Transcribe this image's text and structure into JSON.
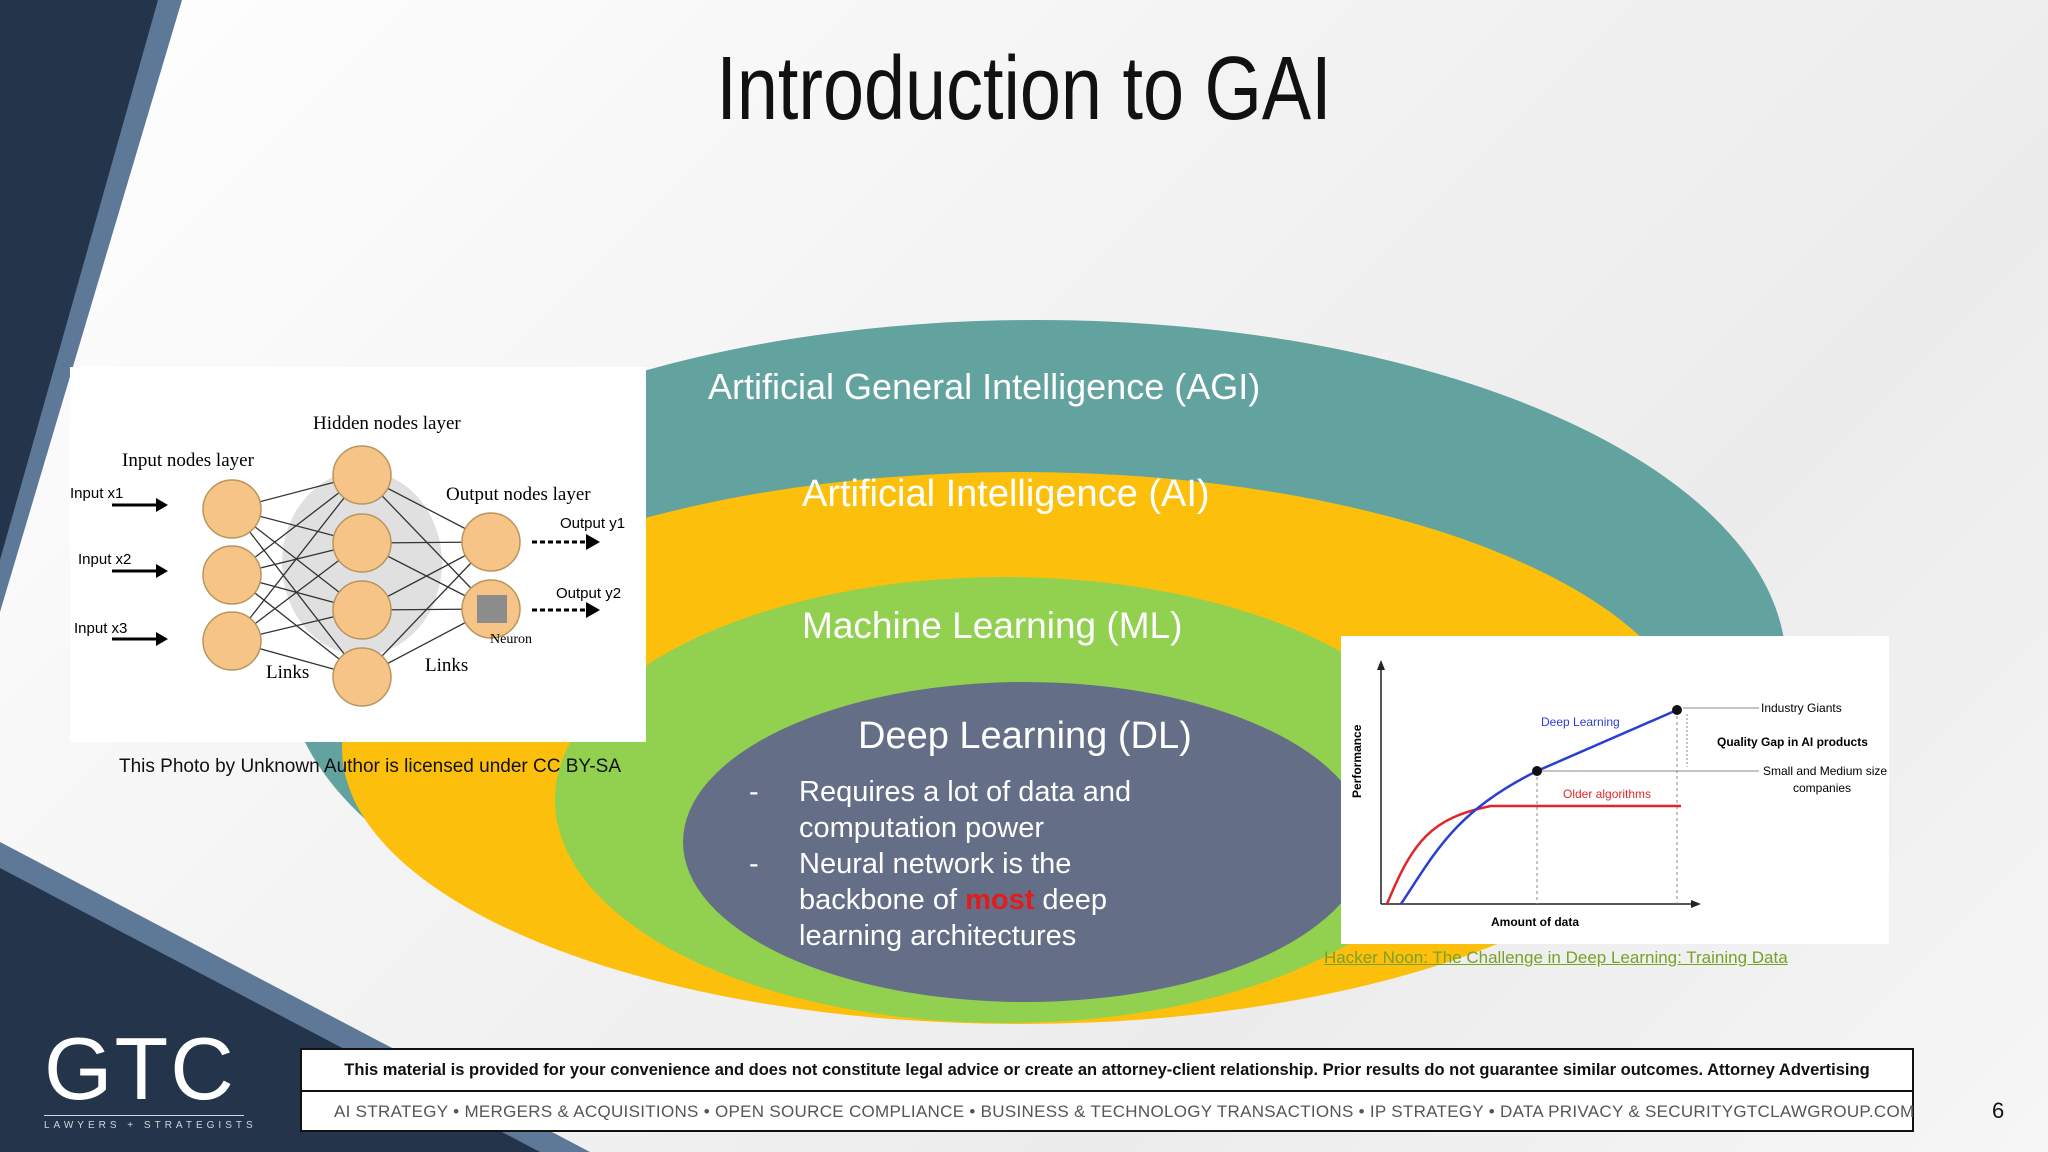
{
  "slide": {
    "title": "Introduction to GAI",
    "page_number": "6"
  },
  "diagram": {
    "agi_label": "Artificial General Intelligence (AGI)",
    "ai_label": "Artificial Intelligence (AI)",
    "ml_label": "Machine Learning  (ML)",
    "dl_label": "Deep Learning (DL)",
    "dl_points": [
      {
        "bullet": "-",
        "text": "Requires a lot of data and computation power"
      },
      {
        "bullet": "-",
        "text_before": "Neural network is the backbone of ",
        "highlight": "most",
        "text_after": " deep learning architectures"
      }
    ],
    "colors": {
      "agi": "#62a29f",
      "ai": "#fcc00c",
      "ml": "#92d050",
      "dl": "#646e87",
      "highlight": "#e31b1b"
    }
  },
  "neural_net_image": {
    "input_layer": "Input nodes layer",
    "hidden_layer": "Hidden nodes layer",
    "output_layer": "Output nodes layer",
    "input_x1": "Input x1",
    "input_x2": "Input x2",
    "input_x3": "Input x3",
    "output_y1": "Output y1",
    "output_y2": "Output y2",
    "links_1": "Links",
    "links_2": "Links",
    "neuron": "Neuron",
    "caption": "This Photo by Unknown Author is licensed under CC BY-SA"
  },
  "performance_chart": {
    "y_label": "Performance",
    "x_label": "Amount of data",
    "deep_learning": "Deep Learning",
    "older_algorithms": "Older algorithms",
    "industry_giants": "Industry Giants",
    "quality_gap": "Quality Gap in AI products",
    "small_medium_1": "Small and Medium size",
    "small_medium_2": "companies",
    "colors": {
      "deep_learning": "#2a3fcf",
      "older_algorithms": "#e0262b"
    }
  },
  "source_link": "Hacker Noon: The Challenge in Deep Learning: Training Data",
  "footer": {
    "disclaimer": "This material is provided for your convenience and does not constitute legal advice or create an attorney-client relationship.  Prior results do not guarantee similar outcomes. Attorney Advertising",
    "services": "AI STRATEGY • MERGERS & ACQUISITIONS • OPEN SOURCE COMPLIANCE • BUSINESS & TECHNOLOGY TRANSACTIONS • IP STRATEGY • DATA PRIVACY & SECURITY",
    "website": "GTCLAWGROUP.COM"
  },
  "logo": {
    "name": "GTC",
    "tagline": "LAWYERS + STRATEGISTS",
    "colors": {
      "navy": "#24354b",
      "steel": "#5e7898"
    }
  }
}
